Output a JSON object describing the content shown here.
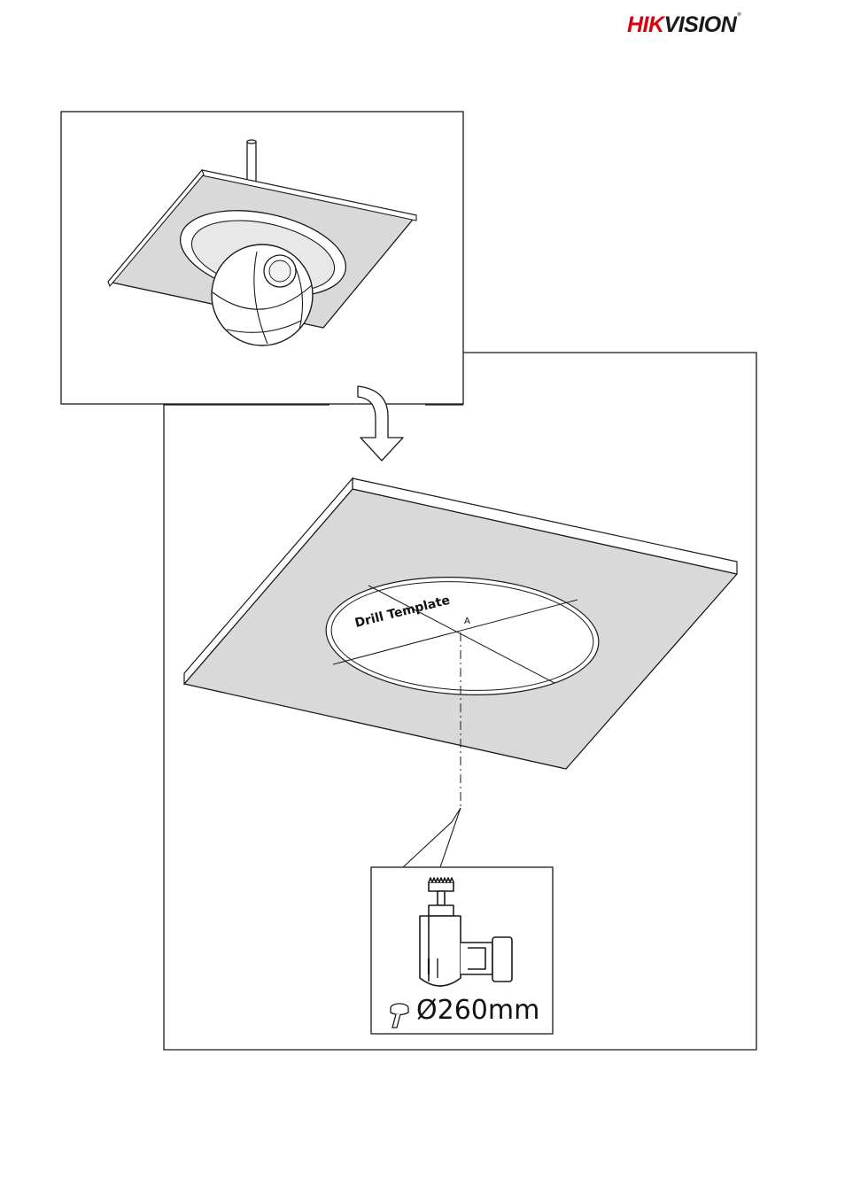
{
  "brand": {
    "logo_part1": "HIK",
    "logo_part2": "VISION",
    "logo_registered": "®"
  },
  "template": {
    "label": "Drill Template",
    "marker": "A"
  },
  "drill": {
    "diameter_label": "Ø260mm"
  },
  "colors": {
    "brand_red": "#d7000f",
    "panel_fill": "#d9d9d9",
    "line": "#1a1a1a"
  }
}
